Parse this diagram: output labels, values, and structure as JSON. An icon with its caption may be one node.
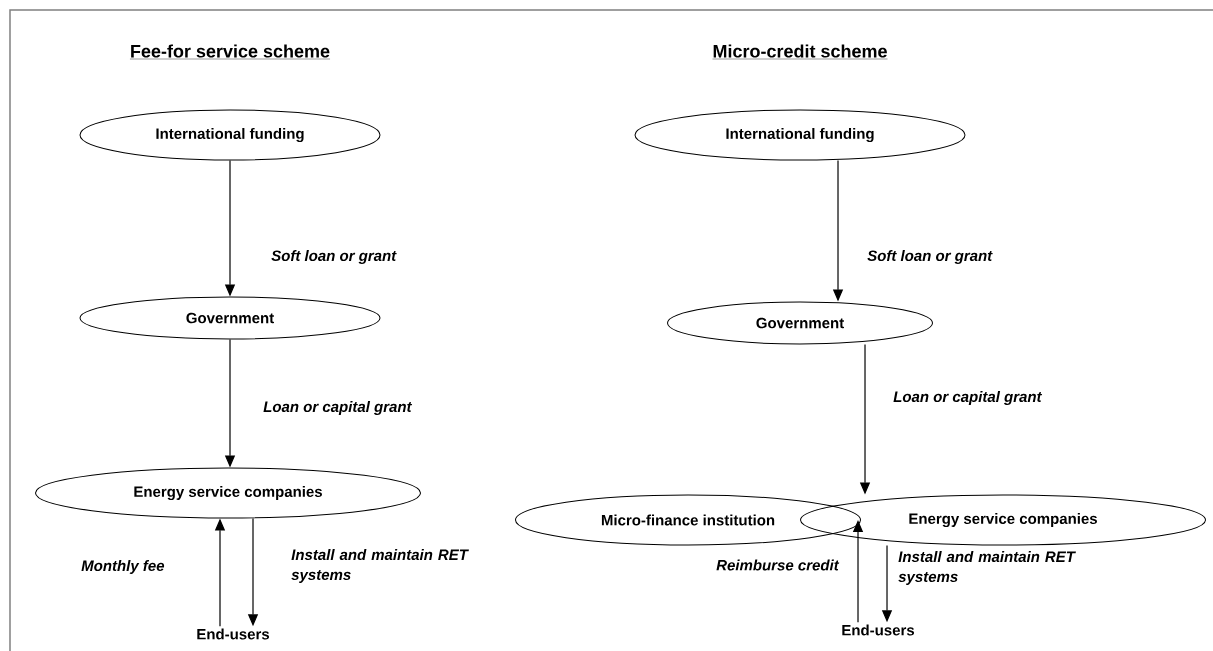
{
  "diagram": {
    "nodes": [
      {
        "text": [
          "International funding"
        ]
      },
      {
        "text": [
          "Government"
        ]
      },
      {
        "text": [
          "Energy service companies"
        ]
      },
      {
        "text": [
          "End-users"
        ]
      },
      {
        "text": [
          "International funding"
        ]
      },
      {
        "text": [
          "Government"
        ]
      },
      {
        "text": [
          "Micro-finance institution"
        ]
      },
      {
        "text": [
          "Energy service companies"
        ]
      },
      {
        "text": [
          "End-users"
        ]
      }
    ],
    "edges": [
      {
        "from": 0,
        "to": 1,
        "arrow": "to",
        "label": "Soft loan or grant"
      },
      {
        "from": 1,
        "to": 2,
        "arrow": "to",
        "label": "Loan or capital grant"
      },
      {
        "from": 3,
        "to": 2,
        "arrow": "to",
        "label": "Monthly fee"
      },
      {
        "from": 2,
        "to": 3,
        "arrow": "to",
        "label": "Install and maintain RET systems"
      },
      {
        "from": 4,
        "to": 5,
        "arrow": "to",
        "label": "Soft loan or grant"
      },
      {
        "from": 5,
        "to": 7,
        "arrow": "to",
        "label": "Loan or capital grant"
      },
      {
        "from": 8,
        "to": 6,
        "arrow": "to",
        "label": "Reimburse credit"
      },
      {
        "from": 7,
        "to": 8,
        "arrow": "to",
        "label": "Install and maintain RET systems"
      }
    ],
    "labels": [
      "Fee-for service scheme",
      "Micro-credit scheme"
    ]
  }
}
